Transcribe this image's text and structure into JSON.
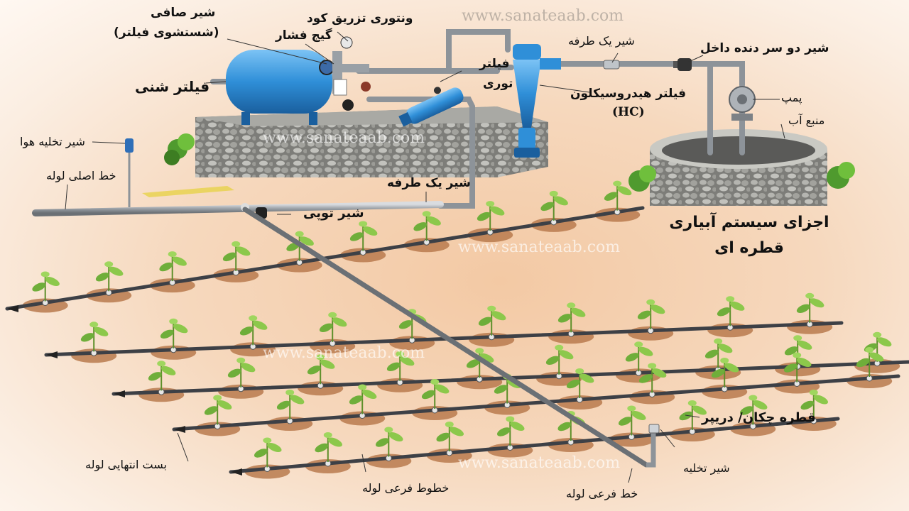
{
  "labels": {
    "shir_safi": "شیر صافی",
    "shir_safi_sub": "(شستشوی فیلتر)",
    "venturi": "ونتوری تزریق کود",
    "gauge": "گیج فشار",
    "sand_filter": "فیلتر شنی",
    "screen_filter_1": "فیلتر",
    "screen_filter_2": "توری",
    "check_valve_top": "شیر یک طرفه",
    "double_valve": "شیر دو سر دنده داخل",
    "hydrocyclone": "فیلتر هیدروسیکلون",
    "hc": "(HC)",
    "pump": "پمپ",
    "water_source": "منبع آب",
    "air_valve": "شیر تخلیه هوا",
    "main_line": "خط اصلی لوله",
    "check_valve_bottom": "شیر یک طرفه",
    "ball_valve": "شیر توپی",
    "dripper": "قطره چکان/ دریپر",
    "end_cap": "بست انتهایی لوله",
    "laterals": "خطوط فرعی لوله",
    "sub_main": "خط فرعی لوله",
    "drain_valve": "شیر تخلیه"
  },
  "title_line1": "اجزای سیستم آبیاری",
  "title_line2": "قطره ای",
  "watermark": "www.sanateaab.com",
  "colors": {
    "tank": "#2f8fd8",
    "pipe": "#9aa0a6",
    "lateral": "#3d4046",
    "soil": "#b97a4e",
    "plant": "#6fae3a",
    "stone": "#8b8b88"
  }
}
